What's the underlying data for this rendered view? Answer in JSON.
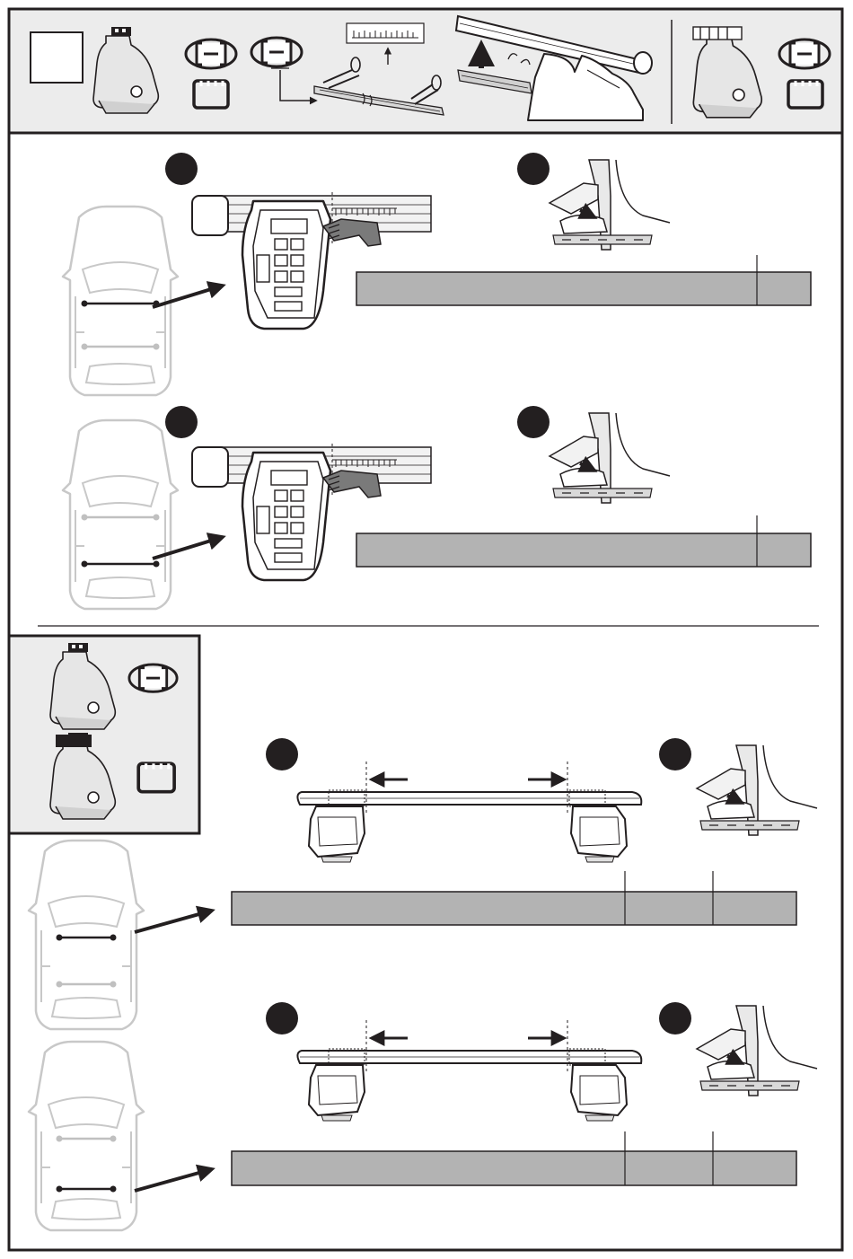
{
  "colors": {
    "ink": "#231f20",
    "band_fill": "#b3b3b3",
    "panel_fill": "#ececec",
    "car_outline": "#c8c8c8",
    "car_rear_bar": "#c0c0c0"
  },
  "header": {
    "step_box_label": "",
    "icons": [
      "foot-pack-icon",
      "rail-profile-icon",
      "square-profile-icon",
      "cut-rubber-strip-icon",
      "ruler-icon",
      "insert-strip-icon",
      "foot-pack-alt-icon"
    ]
  },
  "sections": [
    {
      "name": "front-bar-section-1",
      "front_tag": "",
      "rear_tag": "",
      "bands": [
        "",
        ""
      ]
    },
    {
      "name": "rear-bar-section-1",
      "front_tag": "",
      "rear_tag": "",
      "bands": [
        "",
        ""
      ]
    },
    {
      "name": "front-bar-section-2",
      "front_tag": "",
      "rear_tag": "",
      "bands": [
        "",
        "",
        ""
      ]
    },
    {
      "name": "rear-bar-section-2",
      "front_tag": "",
      "rear_tag": "",
      "bands": [
        "",
        "",
        ""
      ]
    }
  ]
}
